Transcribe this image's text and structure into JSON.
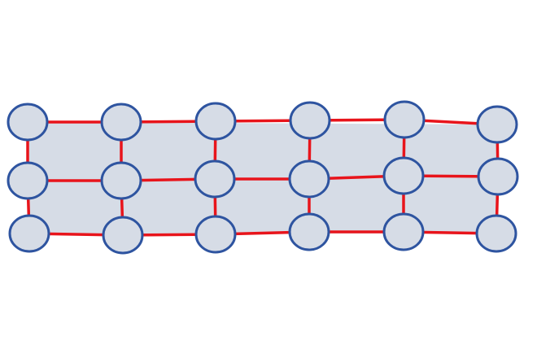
{
  "diagram": {
    "type": "grid-graph",
    "rows": 3,
    "columns": 6,
    "nodes": [
      {
        "id": "n-0-0",
        "row": 0,
        "col": 0
      },
      {
        "id": "n-0-1",
        "row": 0,
        "col": 1
      },
      {
        "id": "n-0-2",
        "row": 0,
        "col": 2
      },
      {
        "id": "n-0-3",
        "row": 0,
        "col": 3
      },
      {
        "id": "n-0-4",
        "row": 0,
        "col": 4
      },
      {
        "id": "n-0-5",
        "row": 0,
        "col": 5
      },
      {
        "id": "n-1-0",
        "row": 1,
        "col": 0
      },
      {
        "id": "n-1-1",
        "row": 1,
        "col": 1
      },
      {
        "id": "n-1-2",
        "row": 1,
        "col": 2
      },
      {
        "id": "n-1-3",
        "row": 1,
        "col": 3
      },
      {
        "id": "n-1-4",
        "row": 1,
        "col": 4
      },
      {
        "id": "n-1-5",
        "row": 1,
        "col": 5
      },
      {
        "id": "n-2-0",
        "row": 2,
        "col": 0
      },
      {
        "id": "n-2-1",
        "row": 2,
        "col": 1
      },
      {
        "id": "n-2-2",
        "row": 2,
        "col": 2
      },
      {
        "id": "n-2-3",
        "row": 2,
        "col": 3
      },
      {
        "id": "n-2-4",
        "row": 2,
        "col": 4
      },
      {
        "id": "n-2-5",
        "row": 2,
        "col": 5
      }
    ],
    "edge_rule": "orthogonal-neighbors"
  },
  "colors": {
    "background": "#ffffff",
    "fill_region": "#d6dce6",
    "edge": "#e8141b",
    "node_fill": "#d6dce6",
    "node_stroke": "#2e54a0"
  }
}
